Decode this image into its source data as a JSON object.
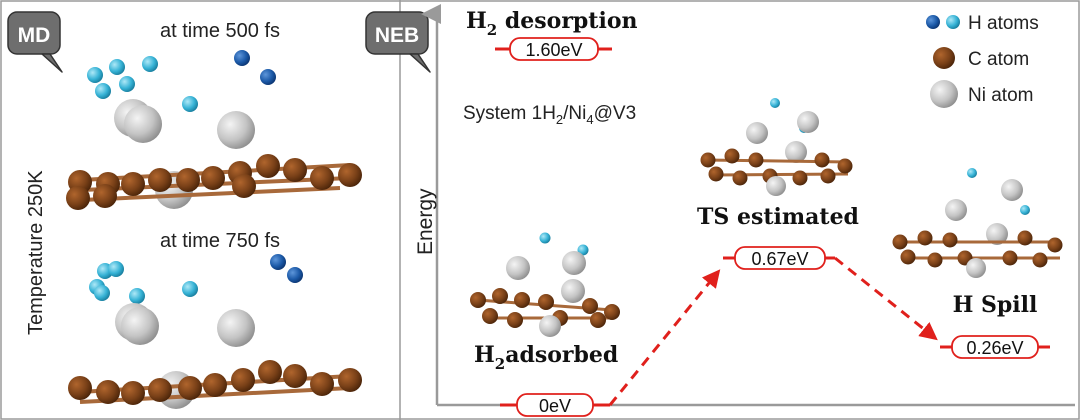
{
  "md_panel": {
    "badge": "MD",
    "temperature_label": "Temperature 250K",
    "snapshot_1": "at time 500 fs",
    "snapshot_2": "at time 750 fs"
  },
  "neb_panel": {
    "badge": "NEB",
    "y_axis_label": "Energy",
    "system_prefix": "System 1H",
    "system_sub_1": "2",
    "system_mid": "/Ni",
    "system_sub_2": "4",
    "system_suffix": "@V3",
    "states": {
      "desorption_title_main": "H",
      "desorption_title_sub": "2",
      "desorption_title_rest": " desorption",
      "desorption_energy": "1.60eV",
      "adsorbed_title_main": "H",
      "adsorbed_title_sub": "2",
      "adsorbed_title_rest": "adsorbed",
      "adsorbed_energy": "0eV",
      "ts_title": "TS estimated",
      "ts_energy": "0.67eV",
      "spill_title": "H Spill",
      "spill_energy": "0.26eV"
    },
    "legend": {
      "h_atoms": "H atoms",
      "c_atom": "C atom",
      "ni_atom": "Ni atom"
    }
  },
  "colors": {
    "h_dark": "#1c5aa8",
    "h_light": "#37b3d6",
    "carbon": "#7a4118",
    "bond": "#a8693a",
    "nickel": "#b9b9b9",
    "energy_line": "#e0201c",
    "badge_fill": "#6e6e6e"
  }
}
